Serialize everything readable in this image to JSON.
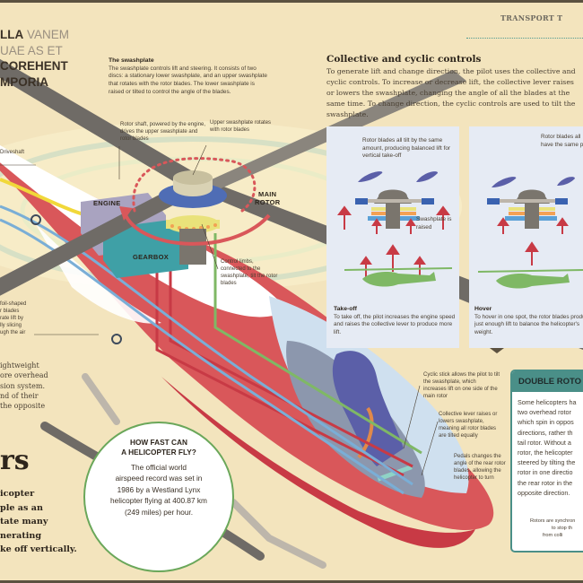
{
  "header": {
    "running_head": "TRANSPORT T",
    "title_lines": [
      {
        "bold": "LLA",
        "light": " VANEM"
      },
      {
        "bold": "",
        "light": "UAE AS ET"
      },
      {
        "bold": "COREHENT",
        "light": ""
      },
      {
        "bold": "MPORIA",
        "light": ""
      }
    ]
  },
  "swashplate": {
    "heading": "The swashplate",
    "body": "The swashplate controls lift and steering. It consists of two discs: a stationary lower swashplate, and an upper swashplate that rotates with the rotor blades. The lower swashplate is raised or tilted to control the angle of the blades."
  },
  "labels": {
    "rotor_shaft": "Rotor shaft, powered by the engine, drives the upper swashplate and rotor blades",
    "upper_swashplate": "Upper swashplate rotates with rotor blades",
    "driveshaft": "Driveshaft",
    "engine": "ENGINE",
    "gearbox": "GEARBOX",
    "main_rotor_line1": "MAIN",
    "main_rotor_line2": "ROTOR",
    "control_limbs": "Control limbs, connected to the swashplate, tilt the rotor blades",
    "airfoil": [
      "foil-shaped",
      "r blades",
      "rate lift by",
      "lly slicing",
      "ugh the air"
    ],
    "cyclic_stick": "Cyclic stick allows the pilot to tilt the swashplate, which increases lift on one side of the main rotor",
    "collective_lever": "Collective lever raises or lowers swashplate, meaning all rotor blades are tilted equally",
    "pedals": "Pedals changes the angle of the rear rotor blades, allowing the helicopter to turn"
  },
  "controls": {
    "heading": "Collective and cyclic controls",
    "body": "To generate lift and change direction, the pilot uses the collective and cyclic controls. To increase or decrease lift, the collective lever raises or lowers the swashplate, changing the angle of all the blades at the same time. To change direction, the cyclic controls are used to tilt the swashplate.",
    "takeoff": {
      "annotation": "Rotor blades all tilt by the same amount, producing balanced lift for vertical take-off",
      "swash_label": "Swashplate is raised",
      "heading": "Take-off",
      "body": "To take off, the pilot increases the engine speed and raises the collective lever to produce more lift."
    },
    "hover": {
      "annotation": "Rotor blades all have the same pitch",
      "heading": "Hover",
      "body": "To hover in one spot, the rotor blades produce just enough lift to balance the helicopter's weight."
    }
  },
  "double_rotor": {
    "heading": "DOUBLE ROTO",
    "body_lines": [
      "Some helicopters ha",
      "two overhead rotor",
      "which spin in oppos",
      "directions, rather th",
      "tail rotor. Without a",
      "rotor, the helicopter",
      "steered by tilting the",
      "rotor in one directio",
      "the rear rotor in the",
      "opposite direction."
    ],
    "footnote_lines": [
      "Rotors are synchron",
      "to stop th",
      "from colli"
    ]
  },
  "speed_fact": {
    "question_line1": "HOW FAST CAN",
    "question_line2": "A HELICOPTER FLY?",
    "answer_lines": [
      "The official world",
      "airspeed record was set in",
      "1986 by a Westland Lynx",
      "helicopter flying at 400.87 km",
      "(249 miles) per hour."
    ]
  },
  "left_column": {
    "mid_lines": [
      "ightweight",
      "ore overhead",
      "sion system.",
      "nd of their",
      "the opposite"
    ],
    "heading_fragment": "rs",
    "bottom_lines": [
      "icopter",
      "ple as an",
      "tate many",
      "nerating",
      "ke off vertically."
    ]
  },
  "colors": {
    "background": "#f3e4bd",
    "body_red": "#d9575a",
    "teal": "#4a8f88",
    "panel_blue": "#e6ebf4",
    "green_helicopter": "#7fb865",
    "blade_gray": "#6f6b66"
  }
}
